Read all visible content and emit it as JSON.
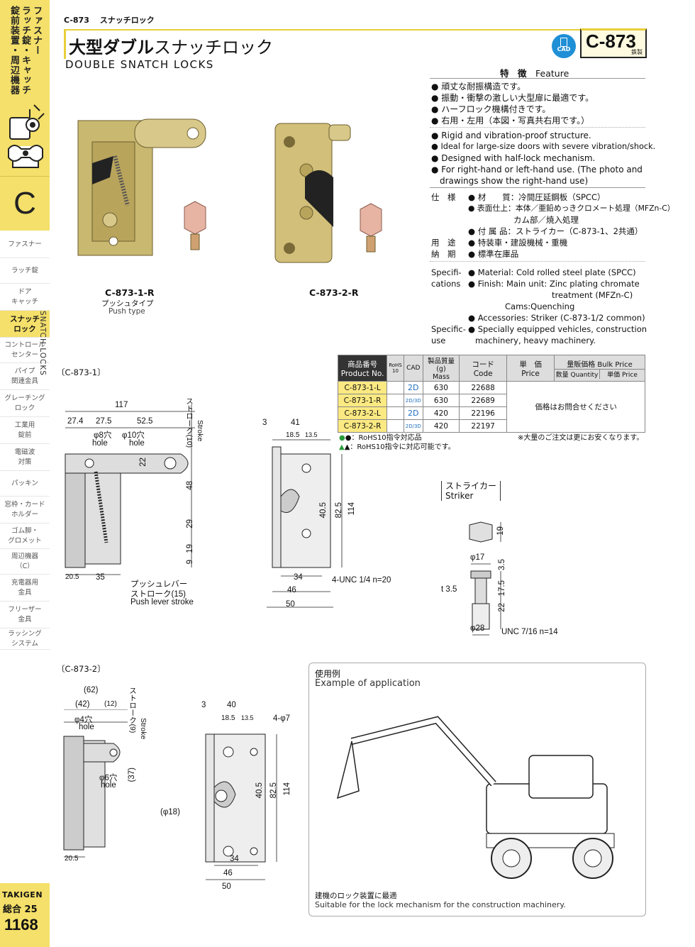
{
  "sidebar": {
    "category_vertical": [
      "ファスナー",
      "ラッチ錠・キャッチ",
      "錠前装置・周辺機器"
    ],
    "letter": "C",
    "items": [
      {
        "label": "ファスナー"
      },
      {
        "label": "ラッチ錠"
      },
      {
        "label": "ドア\nキャッチ"
      },
      {
        "label": "スナッチ\nロック",
        "active": true
      },
      {
        "label": "コントロール\nセンター"
      },
      {
        "label": "パイプ\n関連金具"
      },
      {
        "label": "グレーチング\nロック"
      },
      {
        "label": "工業用\n錠前"
      },
      {
        "label": "電磁波\n対策"
      },
      {
        "label": "パッキン"
      },
      {
        "label": "窓枠・カード\nホルダー"
      },
      {
        "label": "ゴム脚・\nグロメット"
      },
      {
        "label": "周辺機器\n（C）"
      },
      {
        "label": "充電器用\n金具"
      },
      {
        "label": "フリーザー\n金具"
      },
      {
        "label": "ラッシング\nシステム"
      }
    ],
    "snatch_locks_vertical": "SNATCH LOCKS",
    "brand": "TAKIGEN",
    "catalog": "総合 25",
    "page_number": "1168"
  },
  "header": {
    "breadcrumb_code": "C-873",
    "breadcrumb_name": "スナッチロック",
    "title_bold": "大型ダブル",
    "title_rest": "スナッチロック",
    "title_en": "DOUBLE SNATCH LOCKS",
    "cad_label": "CAD",
    "model": "C-873",
    "material_note": "鉄製"
  },
  "features": {
    "heading_jp": "特　徴",
    "heading_en": "Feature",
    "jp": [
      "頑丈な耐振構造です。",
      "振動・衝撃の激しい大型扉に最適です。",
      "ハーフロック機構付きです。",
      "右用・左用（本図・写真共右用です。）"
    ],
    "en": [
      "Rigid and vibration-proof structure.",
      "Ideal for large-size doors with severe vibration/shock.",
      "Designed with half-lock mechanism.",
      "For right-hand or left-hand use. (The photo and",
      "drawings show the right-hand use)"
    ]
  },
  "spec_jp": {
    "label_spec": "仕　様",
    "material": "● 材　　質：冷間圧延鋼板（SPCC）",
    "finish": "● 表面仕上：本体／亜鉛めっきクロメート処理（MFZn-C）",
    "finish2": "カム部／焼入処理",
    "accessory": "● 付 属 品：ストライカー（C-873-1、2共通）",
    "label_use": "用　途",
    "use": "● 特装車・建設機械・重機",
    "label_delivery": "納　期",
    "delivery": "● 標準在庫品"
  },
  "spec_en": {
    "label_spec": "Specifi-\ncations",
    "material": "● Material: Cold rolled steel plate (SPCC)",
    "finish": "● Finish: Main unit: Zinc plating chromate",
    "finish2": "treatment (MFZn-C)",
    "finish3": "Cams:Quenching",
    "accessory": "● Accessories: Striker (C-873-1/2 common)",
    "label_use": "Specific-\nuse",
    "use": "● Specially equipped vehicles, construction",
    "use2": "machinery, heavy machinery."
  },
  "photos": {
    "p1_code": "C-873-1-R",
    "p1_jp": "プッシュタイプ",
    "p1_en": "Push type",
    "p2_code": "C-873-2-R"
  },
  "table": {
    "h_product_jp": "商品番号",
    "h_product_en": "Product No.",
    "h_rohs": "RoHS\n10",
    "h_cad": "CAD",
    "h_mass_jp": "製品質量(g)",
    "h_mass_en": "Mass",
    "h_code_jp": "コード",
    "h_code_en": "Code",
    "h_price_jp": "単　価",
    "h_price_en": "Price",
    "h_bulk": "量販価格 Bulk Price",
    "h_qty": "数量 Quantity",
    "h_unit": "単価 Price",
    "rows": [
      {
        "product": "C-873-1-L",
        "cad": "2D",
        "mass": "630",
        "code": "22688"
      },
      {
        "product": "C-873-1-R",
        "cad": "2D/3D",
        "mass": "630",
        "code": "22689"
      },
      {
        "product": "C-873-2-L",
        "cad": "2D",
        "mass": "420",
        "code": "22196"
      },
      {
        "product": "C-873-2-R",
        "cad": "2D/3D",
        "mass": "420",
        "code": "22197"
      }
    ],
    "price_note": "価格はお問合せください",
    "bulk_note": "※大量のご注文は更にお安くなります。",
    "rohs_note1": "●：RoHS10指令対応品",
    "rohs_note2": "▲：RoHS10指令に対応可能です。"
  },
  "drawing1": {
    "label": "〔C-873-1〕",
    "dims": [
      "117",
      "27.4",
      "27.5",
      "52.5",
      "φ8穴",
      "hole",
      "φ10穴",
      "hole",
      "ストローク(10)",
      "Stroke",
      "22",
      "48",
      "29",
      "19",
      "9",
      "20.5",
      "35",
      "プッシュレバー",
      "ストローク(15)",
      "Push lever stroke"
    ],
    "side_dims": [
      "3",
      "41",
      "18.5",
      "13.5",
      "40.5",
      "82.5",
      "114",
      "34",
      "46",
      "50",
      "4-UNC 1/4 n=20"
    ]
  },
  "striker": {
    "label_jp": "ストライカー",
    "label_en": "Striker",
    "dims": [
      "19",
      "φ17",
      "3.5",
      "17.5",
      "22",
      "t 3.5",
      "φ28",
      "UNC 7/16 n=14"
    ]
  },
  "drawing2": {
    "label": "〔C-873-2〕",
    "dims": [
      "(62)",
      "(42)",
      "(12)",
      "φ4穴",
      "hole",
      "φ6穴",
      "hole",
      "ストローク(9)",
      "Stroke",
      "(37)",
      "20.5",
      "(φ18)"
    ],
    "side_dims": [
      "3",
      "40",
      "18.5",
      "13.5",
      "4-φ7",
      "40.5",
      "82.5",
      "114",
      "34",
      "46",
      "50"
    ]
  },
  "application": {
    "heading_jp": "使用例",
    "heading_en": "Example of application",
    "caption_jp": "建機のロック装置に最適",
    "caption_en": "Suitable for the lock mechanism for the construction machinery."
  }
}
